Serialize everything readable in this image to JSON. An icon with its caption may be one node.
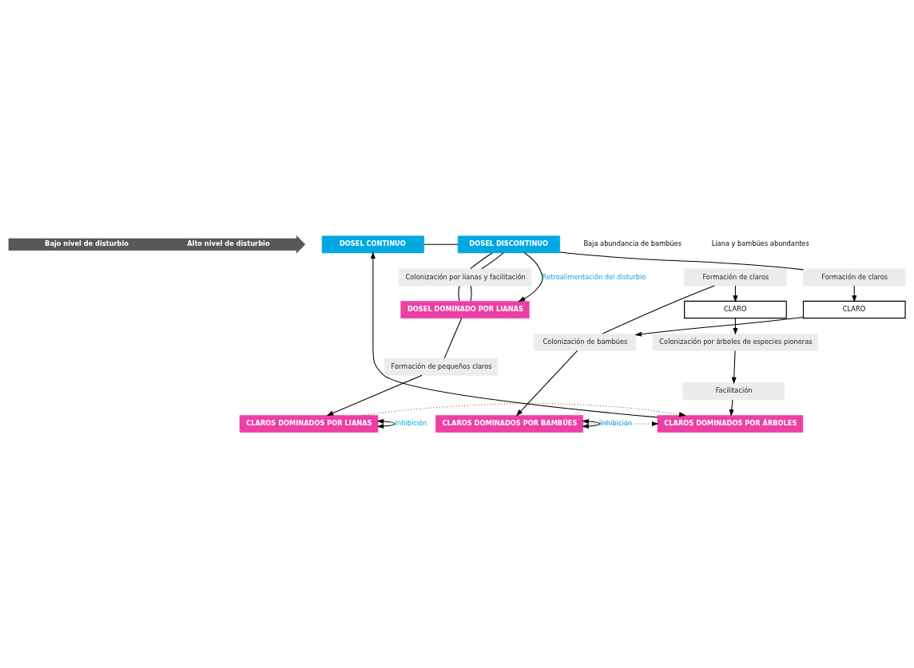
{
  "diagram": {
    "nodes": [
      {
        "text": [
          "Bajo nivel de disturbio",
          "Alto nivel de disturbio"
        ]
      },
      {
        "text": [
          "DOSEL CONTINUO"
        ]
      },
      {
        "text": [
          "Formación de claros"
        ]
      },
      {
        "text": [
          "CLARO"
        ]
      },
      {
        "text": [
          "Colonización por árboles de especies pioneras"
        ]
      },
      {
        "text": [
          "Facilitación"
        ]
      },
      {
        "text": [
          "CLAROS DOMINADOS POR ÁRBOLES"
        ]
      },
      {
        "text": [
          "Formación de claros"
        ]
      },
      {
        "text": [
          "CLARO"
        ]
      },
      {
        "text": [
          "Colonización de bambúes"
        ]
      },
      {
        "text": [
          "CLAROS DOMINADOS POR BAMBÚES"
        ]
      },
      {
        "text": [
          "DOSEL DISCONTINUO"
        ]
      },
      {
        "text": [
          "Colonización por lianas y facilitación"
        ]
      },
      {
        "text": [
          "DOSEL DOMINADO POR LIANAS"
        ]
      },
      {
        "text": [
          "Formación de pequeños claros"
        ]
      },
      {
        "text": [
          "CLAROS DOMINADOS POR LIANAS"
        ]
      }
    ],
    "edges": [
      {
        "from": 1,
        "to": 11,
        "arrow": "none"
      },
      {
        "from": 11,
        "to": 7,
        "arrow": "none"
      },
      {
        "from": 2,
        "to": 3,
        "arrow": "to"
      },
      {
        "from": 3,
        "to": 4,
        "arrow": "to"
      },
      {
        "from": 4,
        "to": 5,
        "arrow": "to"
      },
      {
        "from": 5,
        "to": 6,
        "arrow": "to"
      },
      {
        "from": 6,
        "to": 1,
        "arrow": "to"
      },
      {
        "from": 2,
        "to": 9,
        "arrow": "none"
      },
      {
        "from": 7,
        "to": 8,
        "arrow": "to"
      },
      {
        "from": 8,
        "to": 9,
        "arrow": "to"
      },
      {
        "from": 9,
        "to": 10,
        "arrow": "to"
      },
      {
        "from": 11,
        "to": 12,
        "arrow": "none"
      },
      {
        "from": 11,
        "to": 12,
        "arrow": "none"
      },
      {
        "from": 12,
        "to": 13,
        "arrow": "none"
      },
      {
        "from": 12,
        "to": 13,
        "arrow": "none"
      },
      {
        "from": 13,
        "to": 14,
        "arrow": "none"
      },
      {
        "from": 14,
        "to": 15,
        "arrow": "to"
      },
      {
        "from": 11,
        "to": 13,
        "arrow": "to",
        "label": "Retroalimentación del disturbio"
      },
      {
        "from": 10,
        "to": 10,
        "arrow": "both",
        "label": "Inhibición"
      },
      {
        "from": 15,
        "to": 15,
        "arrow": "both",
        "label": "Inhibición"
      },
      {
        "from": 10,
        "to": 6,
        "arrow": "to",
        "style": "dashed"
      },
      {
        "from": 15,
        "to": 6,
        "arrow": "to",
        "style": "dashed"
      }
    ],
    "labels": [
      "Baja abundancia de bambúes",
      "Liana y bambúes abundantes"
    ]
  }
}
